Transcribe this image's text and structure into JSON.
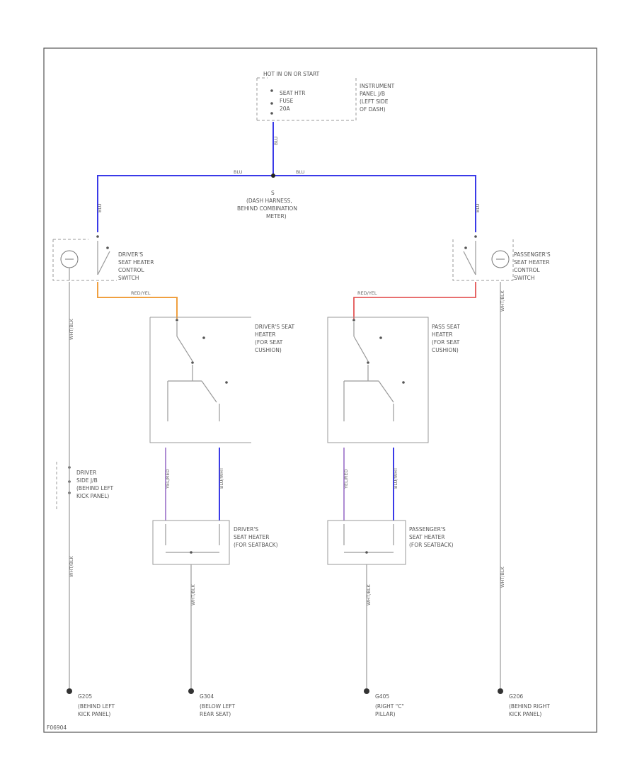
{
  "labels": {
    "hot_in_run": "HOT IN ON OR START",
    "fuse": [
      "SEAT HTR",
      "FUSE",
      "20A"
    ],
    "ipjb": [
      "INSTRUMENT",
      "PANEL J/B",
      "(LEFT SIDE",
      "OF DASH)"
    ],
    "splice": [
      "S",
      "(DASH HARNESS,",
      "BEHIND COMBINATION",
      "METER)"
    ],
    "driver_switch": [
      "DRIVER'S",
      "SEAT HEATER",
      "CONTROL",
      "SWITCH"
    ],
    "pass_switch": [
      "PASSENGER'S",
      "SEAT HEATER",
      "CONTROL",
      "SWITCH"
    ],
    "driver_cushion": [
      "DRIVER'S SEAT",
      "HEATER",
      "(FOR SEAT",
      "CUSHION)"
    ],
    "pass_cushion": [
      "PASS SEAT",
      "HEATER",
      "(FOR SEAT",
      "CUSHION)"
    ],
    "driver_back": [
      "DRIVER'S",
      "SEAT HEATER",
      "(FOR SEATBACK)"
    ],
    "pass_back": [
      "PASSENGER'S",
      "SEAT HEATER",
      "(FOR SEATBACK)"
    ],
    "driver_jb": [
      "DRIVER",
      "SIDE J/B",
      "(BEHIND LEFT",
      "KICK PANEL)"
    ],
    "g1": [
      "G205",
      "(BEHIND LEFT",
      "KICK PANEL)"
    ],
    "g2": [
      "G304",
      "(BELOW LEFT",
      "REAR SEAT)"
    ],
    "g3": [
      "G405",
      "(RIGHT \"C\"",
      "PILLAR)"
    ],
    "g4": [
      "G206",
      "(BEHIND RIGHT",
      "KICK PANEL)"
    ],
    "footer_code": "F06904"
  },
  "wires": {
    "blu": "BLU",
    "red_yel": "RED/YEL",
    "wht_blk": "WHT/BLK",
    "yel_red": "YEL/RED",
    "blu_wht": "BLU/WHT"
  },
  "colors": {
    "blue": "#3a3ae8",
    "red": "#e04040",
    "orange": "#f0a040",
    "gray": "#9a9a9a"
  }
}
